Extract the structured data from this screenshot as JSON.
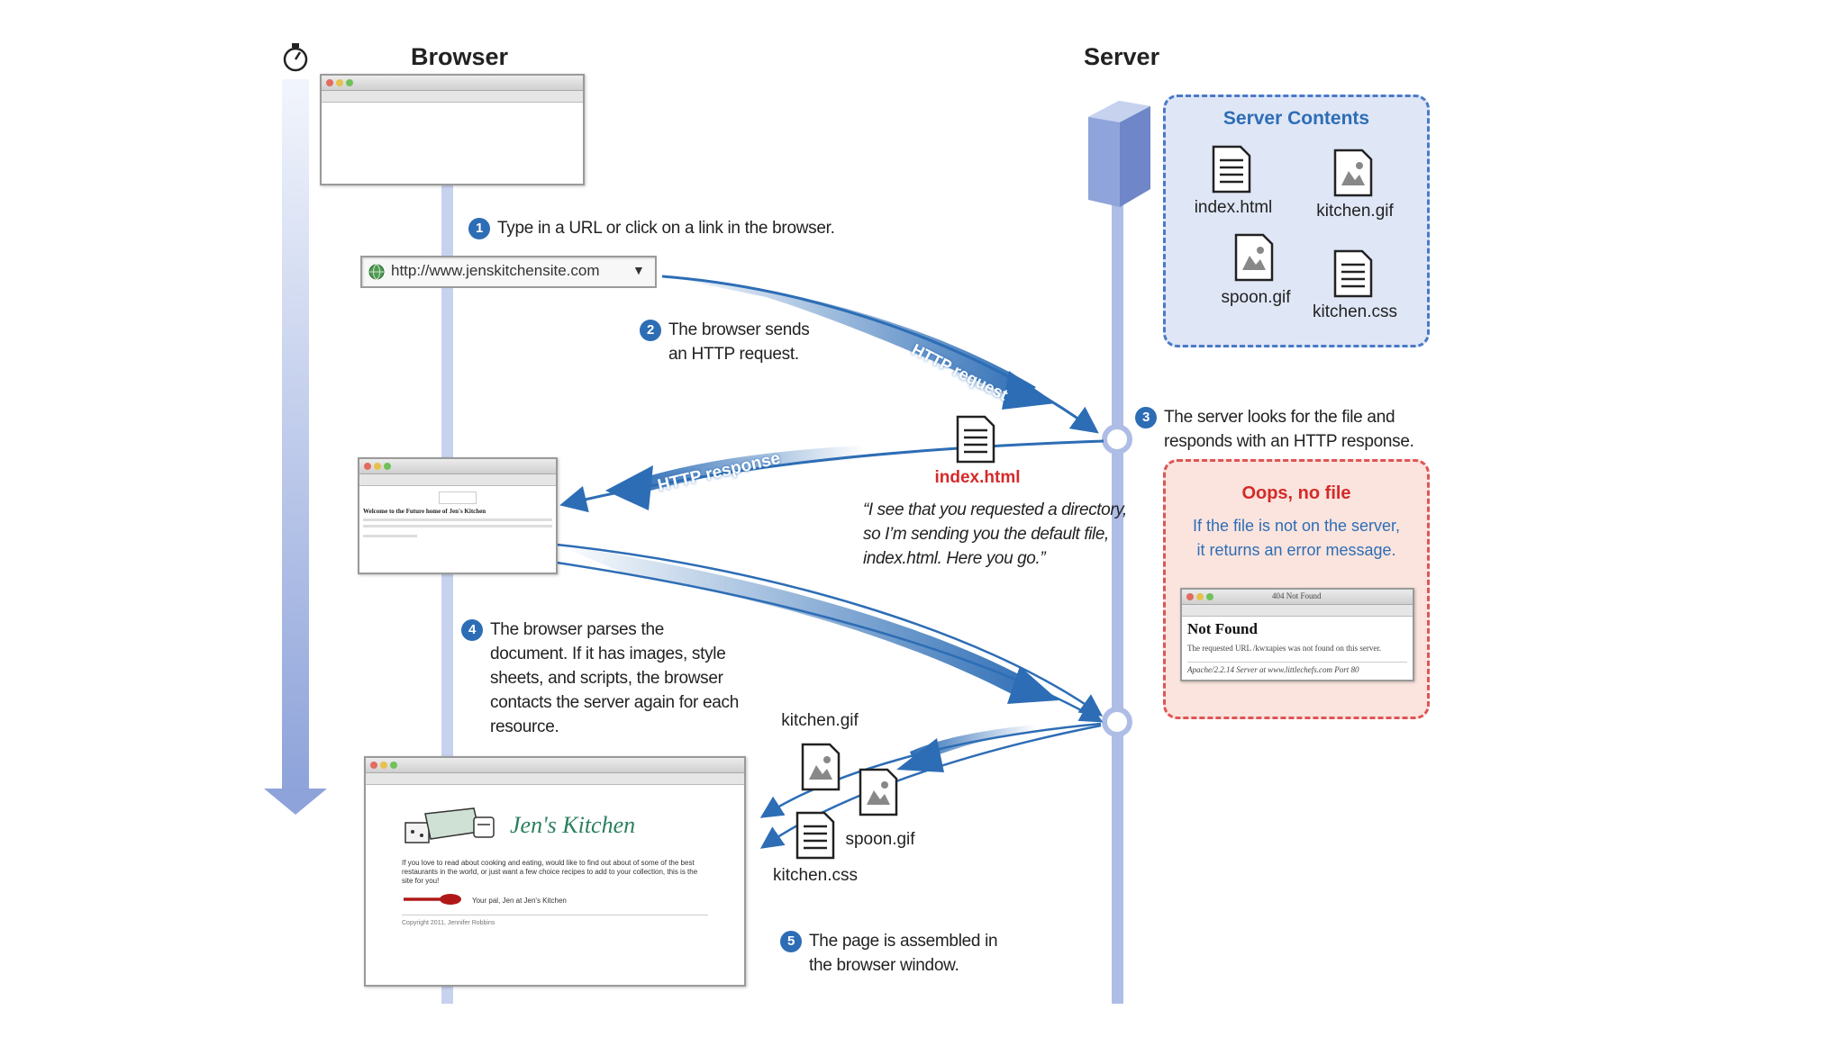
{
  "headers": {
    "browser": "Browser",
    "server": "Server"
  },
  "server_contents": {
    "title": "Server Contents",
    "files": [
      "index.html",
      "kitchen.gif",
      "spoon.gif",
      "kitchen.css"
    ]
  },
  "steps": {
    "s1": {
      "num": "1",
      "text": "Type in a URL or click on a link in the browser."
    },
    "s2": {
      "num": "2",
      "line1": "The browser sends",
      "line2": "an HTTP request."
    },
    "s3": {
      "num": "3",
      "line1": "The server looks for the file and",
      "line2": "responds with an HTTP response."
    },
    "s4": {
      "num": "4",
      "lines": [
        "The browser parses the",
        "document. If it has images, style",
        "sheets, and scripts, the browser",
        "contacts the server again for each",
        "resource."
      ]
    },
    "s5": {
      "num": "5",
      "line1": "The page is assembled in",
      "line2": "the browser window."
    }
  },
  "url_bar": {
    "url": "http://www.jenskitchensite.com"
  },
  "arrows": {
    "request": "HTTP request",
    "response": "HTTP response"
  },
  "response_file": "index.html",
  "quote": [
    "“I see that you requested a directory,",
    "so I’m sending you the default file,",
    "index.html. Here you go.”"
  ],
  "error_box": {
    "title": "Oops, no file",
    "line1": "If the file is not on the server,",
    "line2": "it returns an error message.",
    "window_title": "404 Not Found",
    "heading": "Not Found",
    "body": "The requested URL /kwxapies was not found on this server.",
    "footer": "Apache/2.2.14 Server at www.littlechefs.com Port 80"
  },
  "resources": {
    "kitchen_gif": "kitchen.gif",
    "spoon_gif": "spoon.gif",
    "kitchen_css": "kitchen.css"
  },
  "final_page": {
    "title": "Jen's Kitchen",
    "body": "If you love to read about cooking and eating, would like to find out about of some of the best restaurants in the world, or just want a few choice recipes to add to your collection, this is the site for you!",
    "signature": "Your pal, Jen at Jen's Kitchen",
    "footer": "Copyright 2011, Jennifer Robbins"
  },
  "response_window": {
    "heading": "Welcome to the Future home of Jen's Kitchen"
  },
  "colors": {
    "accent_blue": "#2d6db5",
    "timeline": "#aebde6",
    "error_red": "#d42a2a"
  }
}
